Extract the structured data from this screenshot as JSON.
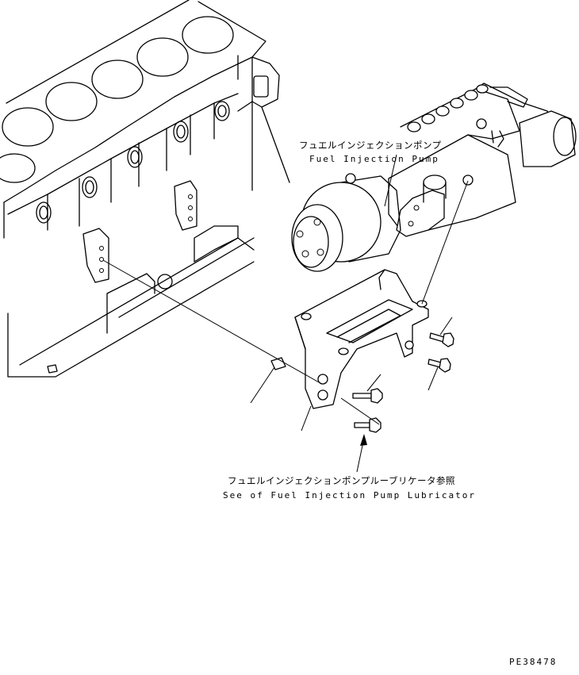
{
  "labels": {
    "pump_jp": "フュエルインジェクションポンプ",
    "pump_en": "Fuel Injection Pump",
    "lubricator_jp": "フュエルインジェクションポンプルーブリケータ参照",
    "lubricator_en": "See of Fuel Injection Pump Lubricator",
    "drawing_number": "PE38478"
  }
}
